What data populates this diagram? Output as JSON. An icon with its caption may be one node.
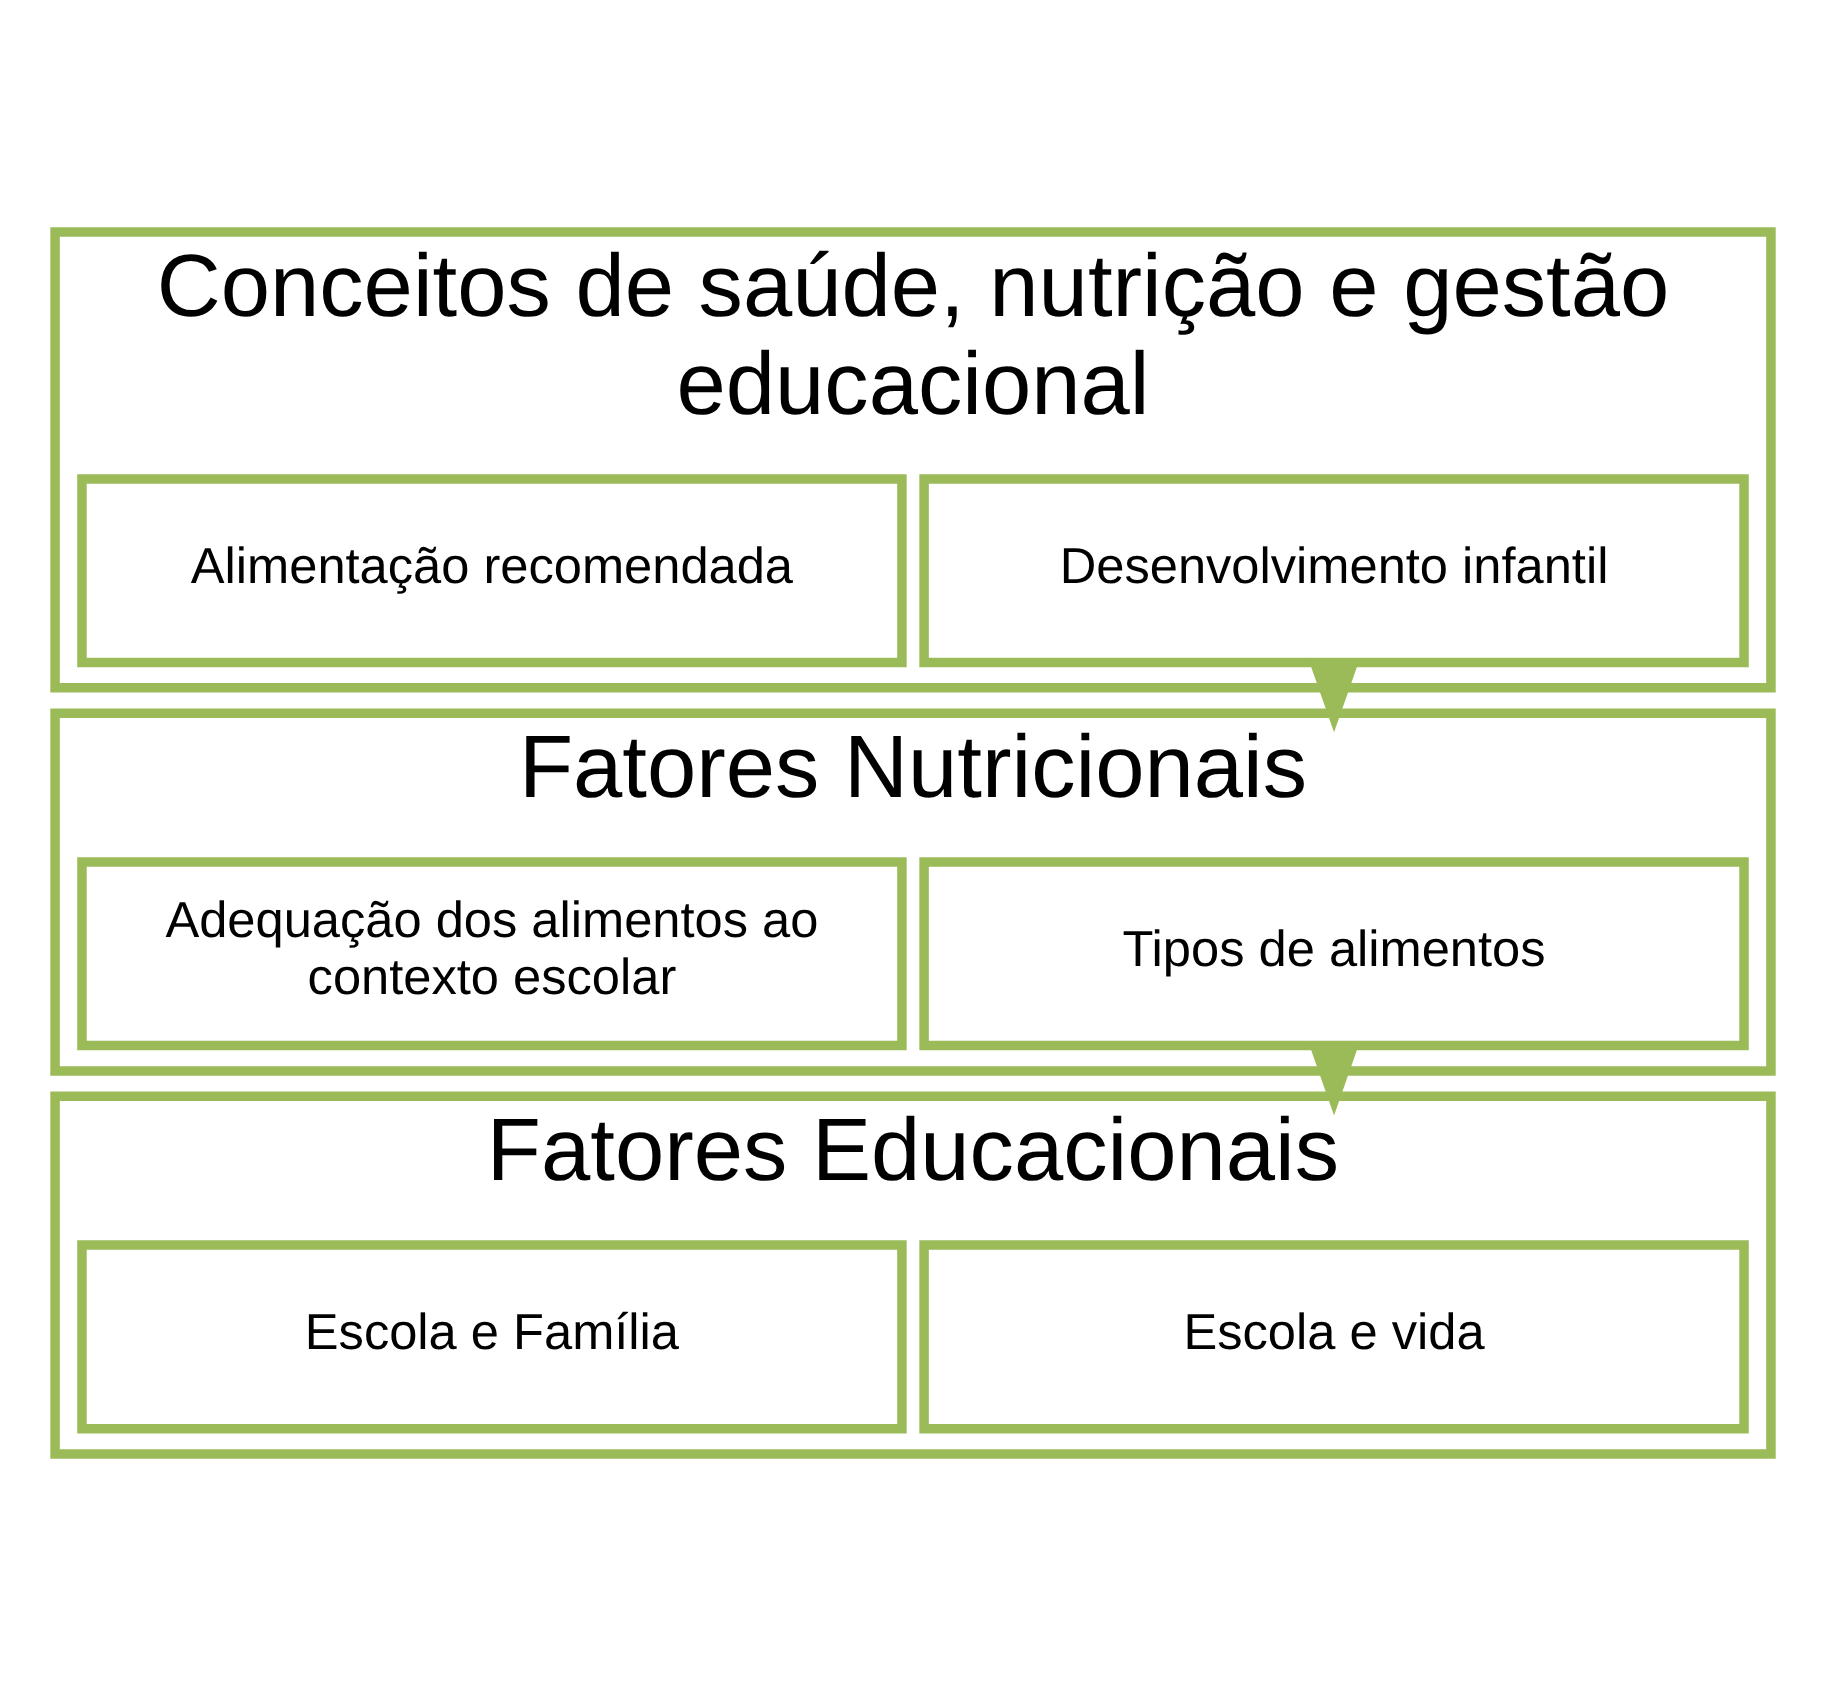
{
  "diagram": {
    "nodes": [
      {
        "text": [
          "Conceitos de saúde, nutrição e gestão educacional"
        ]
      },
      {
        "text": [
          "Desenvolvimento infantil"
        ],
        "in": 0
      },
      {
        "text": [
          "Alimentação recomendada"
        ],
        "in": 0
      },
      {
        "text": [
          "Fatores Nutricionais"
        ]
      },
      {
        "text": [
          "Tipos de alimentos"
        ],
        "in": 3
      },
      {
        "text": [
          "Adequação dos alimentos ao contexto escolar"
        ],
        "in": 3
      },
      {
        "text": [
          "Fatores Educacionais"
        ]
      },
      {
        "text": [
          "Escola e vida"
        ],
        "in": 6
      },
      {
        "text": [
          "Escola e Família"
        ],
        "in": 6
      }
    ],
    "edges": [
      {
        "from": 0,
        "to": 3,
        "arrow": "to",
        "style": "thick"
      },
      {
        "from": 3,
        "to": 6,
        "arrow": "to",
        "style": "thick"
      }
    ]
  }
}
